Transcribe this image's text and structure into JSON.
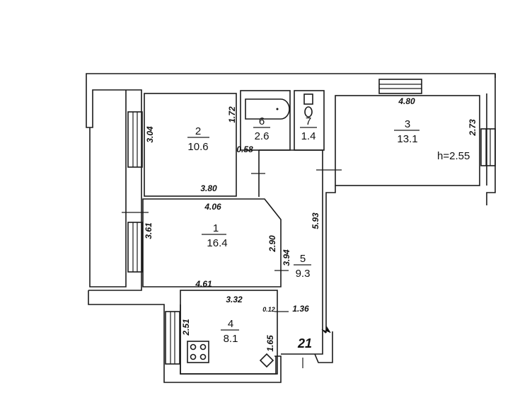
{
  "rooms": [
    {
      "id": "1",
      "area": "16.4"
    },
    {
      "id": "2",
      "area": "10.6"
    },
    {
      "id": "3",
      "area": "13.1"
    },
    {
      "id": "4",
      "area": "8.1"
    },
    {
      "id": "5",
      "area": "9.3"
    },
    {
      "id": "6",
      "area": "2.6"
    },
    {
      "id": "7",
      "area": "1.4"
    }
  ],
  "dimensions": {
    "r2_height": "3.04",
    "r2_width": "3.80",
    "bath_h": "1.72",
    "door_gap": "0.58",
    "r1_top": "4.06",
    "r1_left": "3.61",
    "r1_bottom": "4.61",
    "r1_right": "2.90",
    "corr_len": "5.93",
    "corr_side": "3.94",
    "corr_width": "1.36",
    "r3_width": "4.80",
    "r3_height": "2.73",
    "kitchen_width": "3.32",
    "kitchen_height": "2.51",
    "kitchen_side": "1.65",
    "kitchen_gap": "0.12"
  },
  "ceiling_height": "h=2.55",
  "apartment_number": "21"
}
